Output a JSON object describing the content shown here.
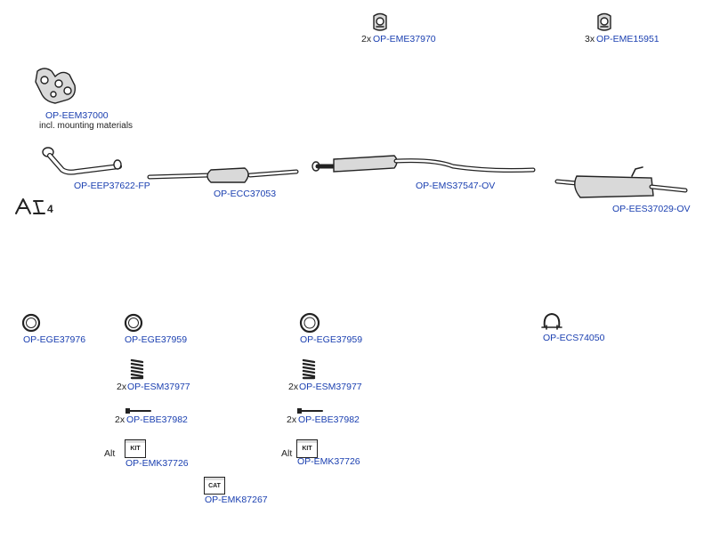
{
  "parts": {
    "mount_top_center": {
      "qty": "2x",
      "code": "OP-EME37970"
    },
    "mount_top_right": {
      "qty": "3x",
      "code": "OP-EME15951"
    },
    "manifold": {
      "code": "OP-EEM37000",
      "note": "incl. mounting materials"
    },
    "front_pipe": {
      "code": "OP-EEP37622-FP"
    },
    "catalyst": {
      "code": "OP-ECC37053"
    },
    "middle_silencer": {
      "code": "OP-EMS37547-OV"
    },
    "rear_silencer": {
      "code": "OP-EES37029-OV"
    },
    "gasket_1": {
      "code": "OP-EGE37976"
    },
    "gasket_2": {
      "code": "OP-EGE37959"
    },
    "gasket_3": {
      "code": "OP-EGE37959"
    },
    "clamp": {
      "code": "OP-ECS74050"
    },
    "spring_1": {
      "qty": "2x",
      "code": "OP-ESM37977"
    },
    "spring_2": {
      "qty": "2x",
      "code": "OP-ESM37977"
    },
    "bolt_1": {
      "qty": "2x",
      "code": "OP-EBE37982"
    },
    "bolt_2": {
      "qty": "2x",
      "code": "OP-EBE37982"
    },
    "kit_1": {
      "alt": "Alt",
      "code": "OP-EMK37726",
      "label": "KIT"
    },
    "kit_2": {
      "alt": "Alt",
      "code": "OP-EMK37726",
      "label": "KIT"
    },
    "cat_kit": {
      "code": "OP-EMK87267",
      "label": "CAT"
    }
  },
  "legend_mark": {
    "text": "4"
  },
  "colors": {
    "code_link": "#1a3fb0",
    "text": "#222222",
    "line": "#222222"
  }
}
